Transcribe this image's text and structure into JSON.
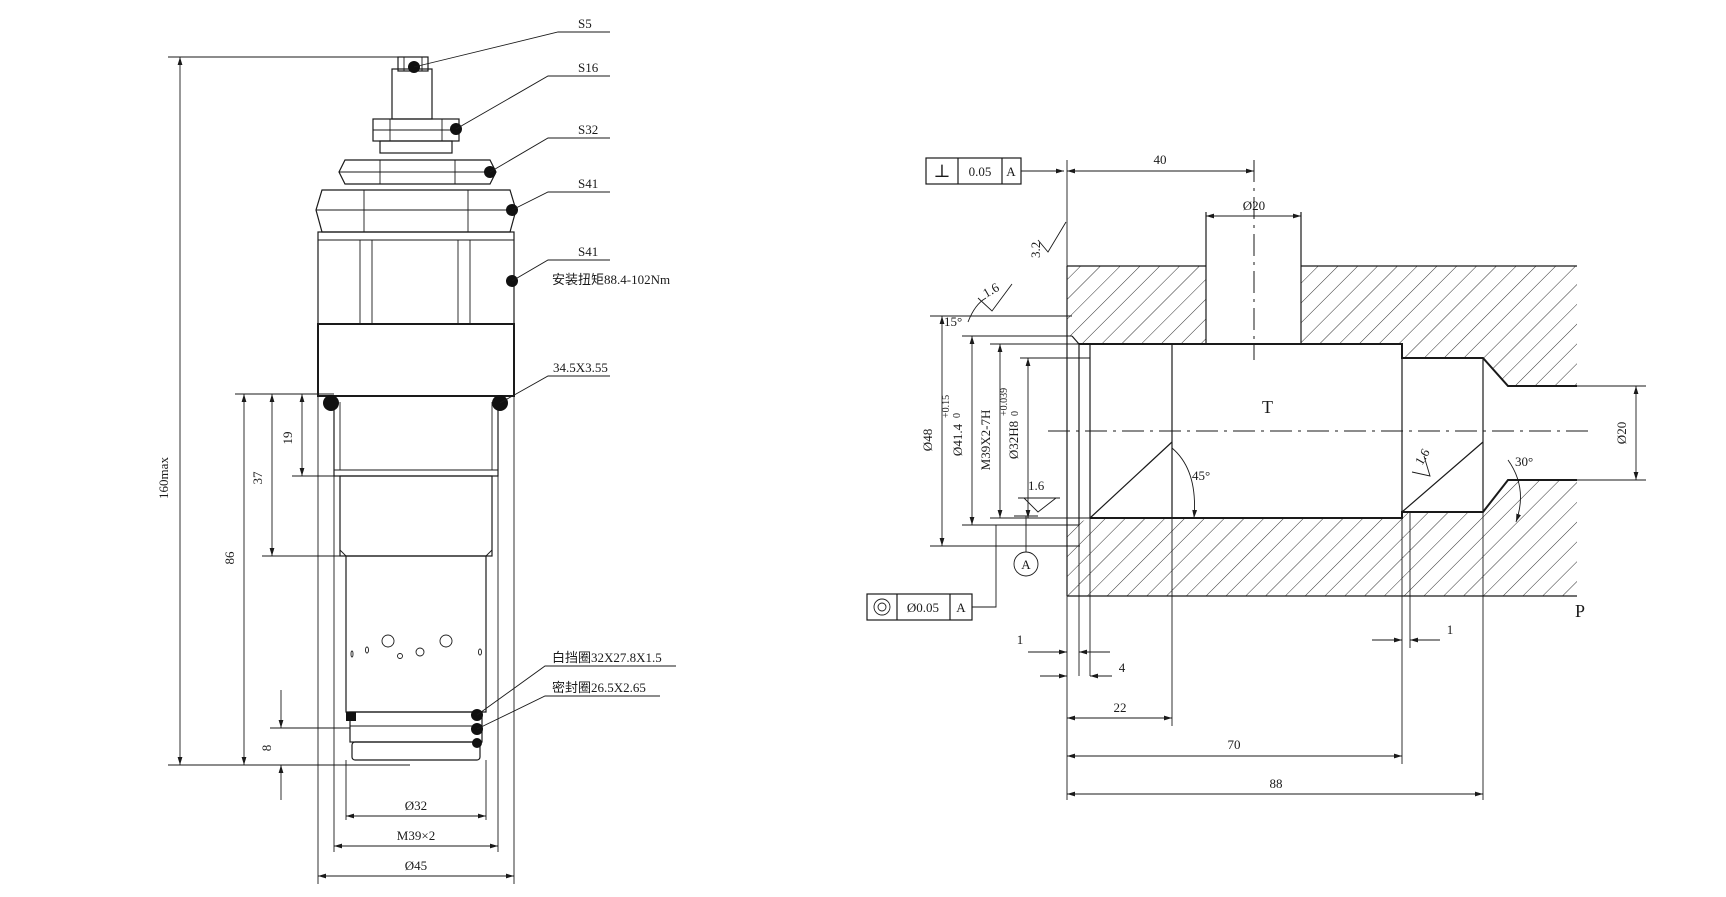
{
  "left_view": {
    "callouts": {
      "s5": "S5",
      "s16": "S16",
      "s32": "S32",
      "s41a": "S41",
      "s41b": "S41",
      "torque": "安装扭矩88.4-102Nm",
      "oring_top": "34.5X3.55",
      "backup_ring": "白挡圈32X27.8X1.5",
      "seal_ring": "密封圈26.5X2.65"
    },
    "dims": {
      "overall_height": "160max",
      "d86": "86",
      "d37": "37",
      "d19": "19",
      "d8": "8",
      "dia32": "Ø32",
      "thread": "M39×2",
      "dia45": "Ø45"
    }
  },
  "right_view": {
    "tolerance_perp": {
      "symbol": "⊥",
      "value": "0.05",
      "datum": "A"
    },
    "tolerance_conc": {
      "symbol": "◎",
      "value": "Ø0.05",
      "datum": "A"
    },
    "datum_label": "A",
    "roughness": {
      "r32": "3.2",
      "r16a": "1.6",
      "r16b": "1.6",
      "r16c": "1.6"
    },
    "angles": {
      "a15": "15°",
      "a45": "45°",
      "a30": "30°"
    },
    "ports": {
      "t": "T",
      "p": "P"
    },
    "dims": {
      "d40": "40",
      "dia20_top": "Ø20",
      "dia20_right": "Ø20",
      "dia48": "Ø48",
      "dia414": "Ø41.4",
      "tol414_top": "+0.15",
      "tol414_bot": "0",
      "thread": "M39X2-7H",
      "dia32h8": "Ø32H8",
      "tol32_top": "+0.039",
      "tol32_bot": "0",
      "d1_left": "1",
      "d4": "4",
      "d22": "22",
      "d70": "70",
      "d88": "88",
      "d1_right": "1"
    }
  }
}
